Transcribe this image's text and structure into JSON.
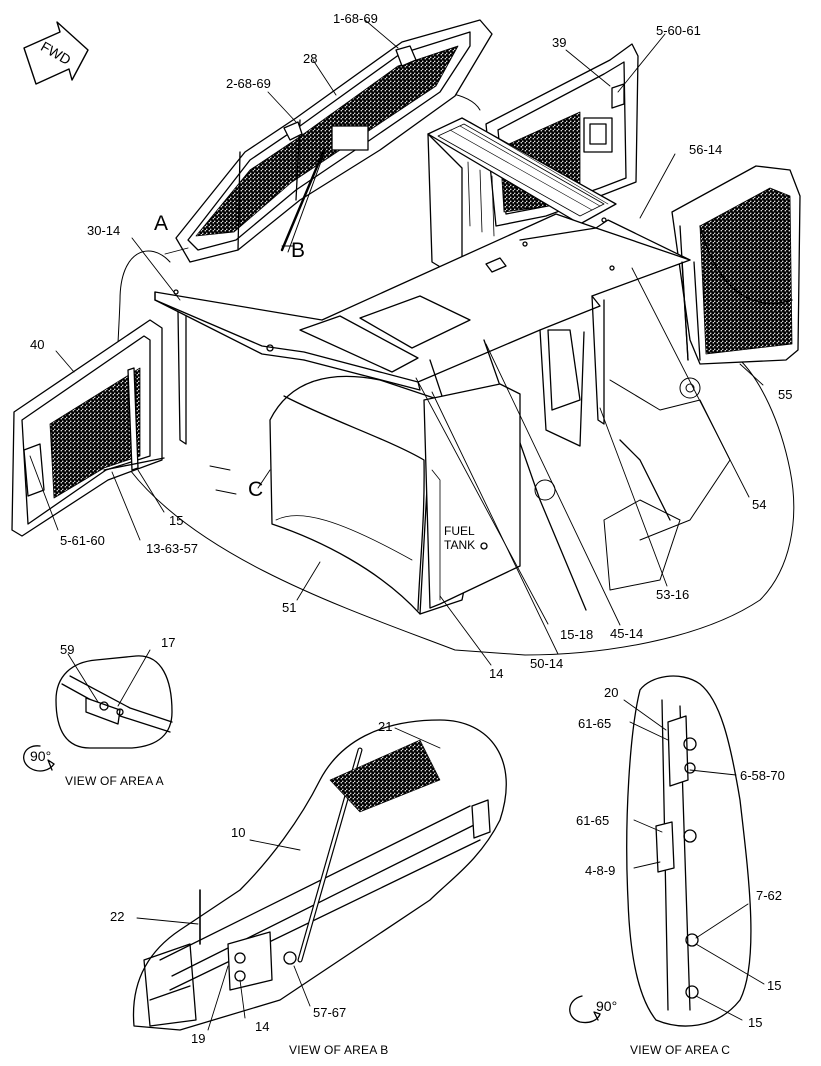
{
  "fwd_badge": "FWD",
  "area_letters": {
    "a": "A",
    "b": "B",
    "c": "C"
  },
  "tank_label": {
    "line1": "FUEL",
    "line2": "TANK"
  },
  "rotation": "90°",
  "callouts": {
    "c_1_68_69": "1-68-69",
    "c_28": "28",
    "c_2_68_69": "2-68-69",
    "c_39": "39",
    "c_5_60_61": "5-60-61",
    "c_56_14": "56-14",
    "c_30_14": "30-14",
    "c_40": "40",
    "c_55": "55",
    "c_54": "54",
    "c_53_16": "53-16",
    "c_45_14": "45-14",
    "c_15_18": "15-18",
    "c_50_14": "50-14",
    "c_14_main": "14",
    "c_51": "51",
    "c_5_61_60": "5-61-60",
    "c_13_63_57": "13-63-57",
    "c_15_main": "15",
    "c_59": "59",
    "c_17": "17",
    "c_21": "21",
    "c_10": "10",
    "c_22": "22",
    "c_19": "19",
    "c_14_b": "14",
    "c_57_67": "57-67",
    "c_20": "20",
    "c_61_65_a": "61-65",
    "c_6_58_70": "6-58-70",
    "c_61_65_b": "61-65",
    "c_4_8_9": "4-8-9",
    "c_7_62": "7-62",
    "c_15_c1": "15",
    "c_15_c2": "15"
  },
  "captions": {
    "view_a": "VIEW OF AREA A",
    "view_b": "VIEW OF AREA B",
    "view_c": "VIEW OF AREA C"
  }
}
